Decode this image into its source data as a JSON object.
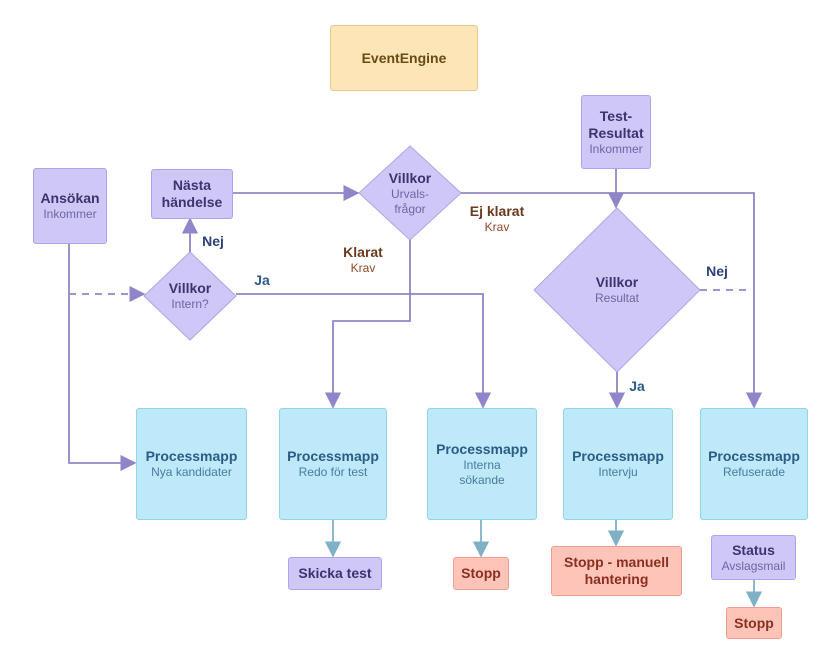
{
  "nodes": {
    "event_engine": {
      "title": "EventEngine"
    },
    "ansokan": {
      "title": "Ansökan",
      "sub": "Inkommer"
    },
    "nasta_handelse": {
      "line1": "Nästa",
      "line2": "händelse"
    },
    "villkor_intern": {
      "title": "Villkor",
      "sub": "Intern?"
    },
    "villkor_urval": {
      "title": "Villkor",
      "sub1": "Urvals-",
      "sub2": "frågor"
    },
    "test_resultat": {
      "line1": "Test-",
      "line2": "Resultat",
      "sub": "Inkommer"
    },
    "villkor_resultat": {
      "title": "Villkor",
      "sub": "Resultat"
    },
    "pm_nya": {
      "title": "Processmapp",
      "sub": "Nya kandidater"
    },
    "pm_redo": {
      "title": "Processmapp",
      "sub": "Redo för test"
    },
    "pm_interna": {
      "title": "Processmapp",
      "sub1": "Interna",
      "sub2": "sökande"
    },
    "pm_intervju": {
      "title": "Processmapp",
      "sub": "Intervju"
    },
    "pm_refuserade": {
      "title": "Processmapp",
      "sub": "Refuserade"
    },
    "skicka_test": {
      "title": "Skicka test"
    },
    "stopp_1": {
      "title": "Stopp"
    },
    "stopp_manuell": {
      "line1": "Stopp - manuell",
      "line2": "hantering"
    },
    "status_avslag": {
      "title": "Status",
      "sub": "Avslagsmail"
    },
    "stopp_2": {
      "title": "Stopp"
    }
  },
  "edge_labels": {
    "nej_intern": "Nej",
    "ja_intern": "Ja",
    "klarat": {
      "title": "Klarat",
      "sub": "Krav"
    },
    "ej_klarat": {
      "title": "Ej klarat",
      "sub": "Krav"
    },
    "nej_resultat": "Nej",
    "ja_resultat": "Ja"
  },
  "colors": {
    "purple_fill": "#cfc8f7",
    "cyan_fill": "#bde9fa",
    "salmon_fill": "#ffc4b8",
    "orange_fill": "#fde5b8",
    "edge_purple": "#8f86c9",
    "edge_teal": "#7fb0c6"
  }
}
